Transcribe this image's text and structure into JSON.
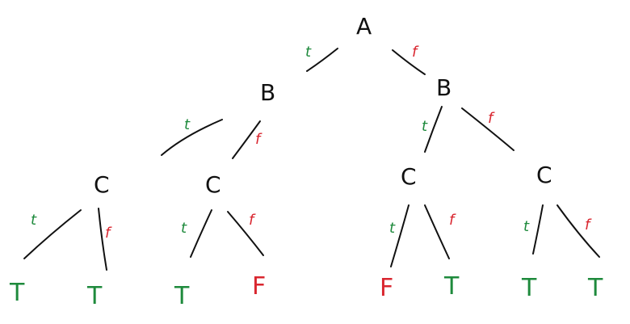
{
  "colors": {
    "true": "#1e8a3c",
    "false": "#d9262f",
    "ink": "#111111"
  },
  "tree": {
    "root": {
      "label": "A"
    },
    "level1": [
      {
        "label": "B"
      },
      {
        "label": "B"
      }
    ],
    "level2": [
      {
        "label": "C"
      },
      {
        "label": "C"
      },
      {
        "label": "C"
      },
      {
        "label": "C"
      }
    ],
    "leaves": [
      {
        "label": "T",
        "value": "true"
      },
      {
        "label": "T",
        "value": "true"
      },
      {
        "label": "T",
        "value": "true"
      },
      {
        "label": "F",
        "value": "false"
      },
      {
        "label": "F",
        "value": "false"
      },
      {
        "label": "T",
        "value": "true"
      },
      {
        "label": "T",
        "value": "true"
      },
      {
        "label": "T",
        "value": "true"
      }
    ],
    "edge_labels": {
      "true": "t",
      "false": "f"
    }
  }
}
